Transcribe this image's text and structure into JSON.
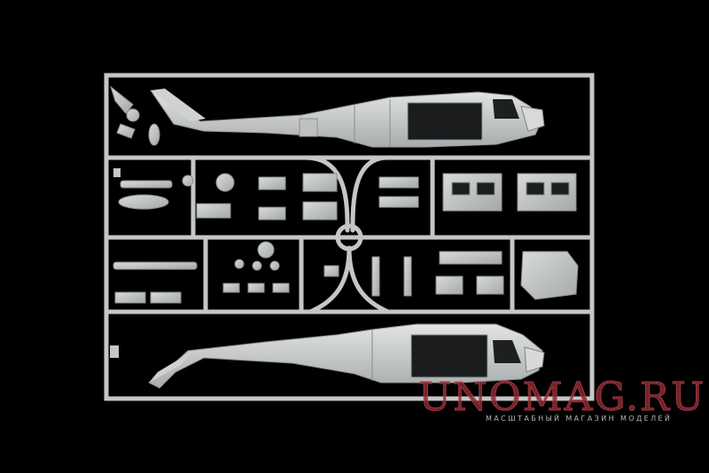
{
  "photo": {
    "subject": "plastic-model-sprue",
    "background_color": "#000000",
    "plastic_color": "#c9cbcb"
  },
  "watermark": {
    "title": "UNOMAG.RU",
    "subtitle": "МАСШТАБНЫЙ МАГАЗИН МОДЕЛЕЙ",
    "color": "#8a2730"
  }
}
